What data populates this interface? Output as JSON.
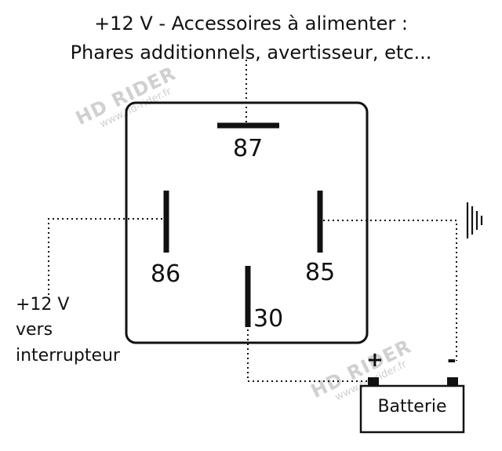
{
  "title_line1": "+12 V - Accessoires à alimenter :",
  "title_line2": "Phares additionnels, avertisseur, etc...",
  "pins": {
    "p87": "87",
    "p86": "86",
    "p85": "85",
    "p30": "30"
  },
  "left_label": {
    "line1": "+12 V",
    "line2": "vers",
    "line3": "interrupteur"
  },
  "battery": {
    "label": "Batterie",
    "plus": "+",
    "minus": "-"
  },
  "watermark": {
    "brand": "HD RIDER",
    "url": "www.hd-rider.fr"
  },
  "colors": {
    "ink": "#111111",
    "watermark": "#d0d0d0"
  }
}
